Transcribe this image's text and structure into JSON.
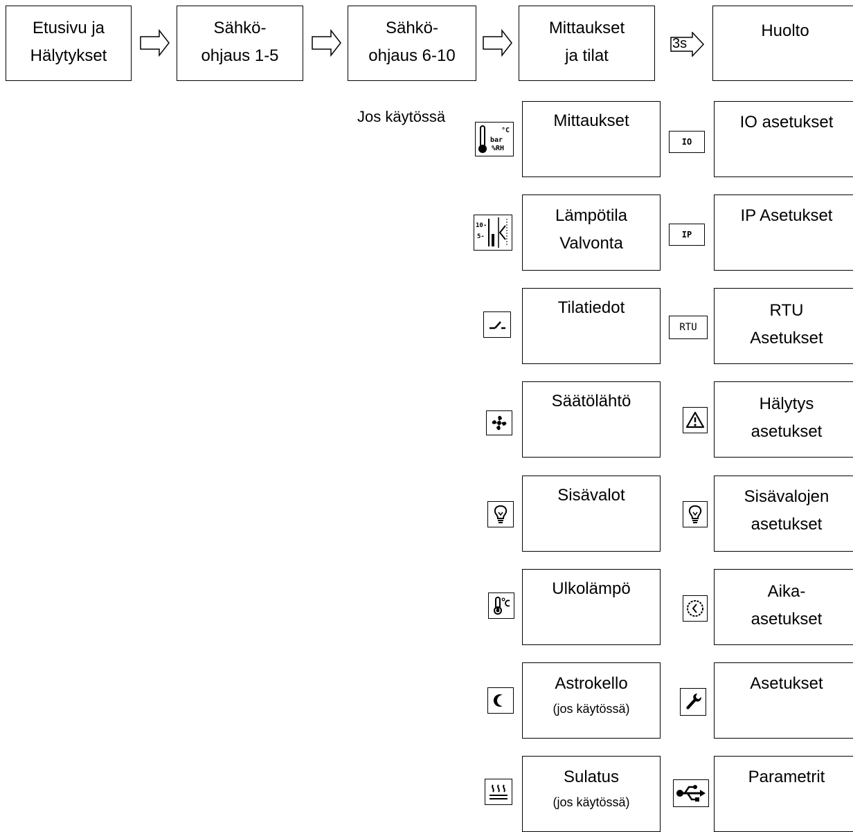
{
  "top_flow": {
    "boxes": [
      {
        "line1": "Etusivu ja",
        "line2": "Hälytykset"
      },
      {
        "line1": "Sähkö-",
        "line2": "ohjaus 1-5"
      },
      {
        "line1": "Sähkö-",
        "line2": "ohjaus 6-10"
      },
      {
        "line1": "Mittaukset",
        "line2": "ja tilat"
      },
      {
        "line1": "Huolto",
        "line2": ""
      }
    ],
    "arrow_hold_label": "3s",
    "note": "Jos käytössä"
  },
  "left_menu": [
    {
      "icon": "measurement-icon",
      "line1": "Mittaukset",
      "sub": ""
    },
    {
      "icon": "temperature-monitor-icon",
      "line1": "Lämpötila",
      "line2": "Valvonta",
      "sub": ""
    },
    {
      "icon": "status-switch-icon",
      "line1": "Tilatiedot",
      "sub": ""
    },
    {
      "icon": "fan-icon",
      "line1": "Säätölähtö",
      "sub": ""
    },
    {
      "icon": "lightbulb-icon",
      "line1": "Sisävalot",
      "sub": ""
    },
    {
      "icon": "thermometer-icon",
      "line1": "Ulkolämpö",
      "sub": ""
    },
    {
      "icon": "moon-icon",
      "line1": "Astrokello",
      "sub": "(jos käytössä)"
    },
    {
      "icon": "heating-icon",
      "line1": "Sulatus",
      "sub": "(jos käytössä)"
    }
  ],
  "right_menu": [
    {
      "icon": "io-icon",
      "icon_text": "IO",
      "line1": "IO asetukset"
    },
    {
      "icon": "ip-icon",
      "icon_text": "IP",
      "line1": "IP Asetukset"
    },
    {
      "icon": "rtu-icon",
      "icon_text": "RTU",
      "line1": "RTU",
      "line2": "Asetukset"
    },
    {
      "icon": "warning-icon",
      "line1": "Hälytys",
      "line2": "asetukset"
    },
    {
      "icon": "lightbulb-icon",
      "line1": "Sisävalojen",
      "line2": "asetukset"
    },
    {
      "icon": "clock-icon",
      "line1": "Aika-",
      "line2": "asetukset"
    },
    {
      "icon": "wrench-icon",
      "line1": "Asetukset"
    },
    {
      "icon": "usb-icon",
      "line1": "Parametrit"
    }
  ],
  "measurement_icon_text": {
    "unit1": "°C",
    "unit2": "bar",
    "unit3": "%RH"
  },
  "temp_icon_text": {
    "a": "10-",
    "b": "5-"
  }
}
